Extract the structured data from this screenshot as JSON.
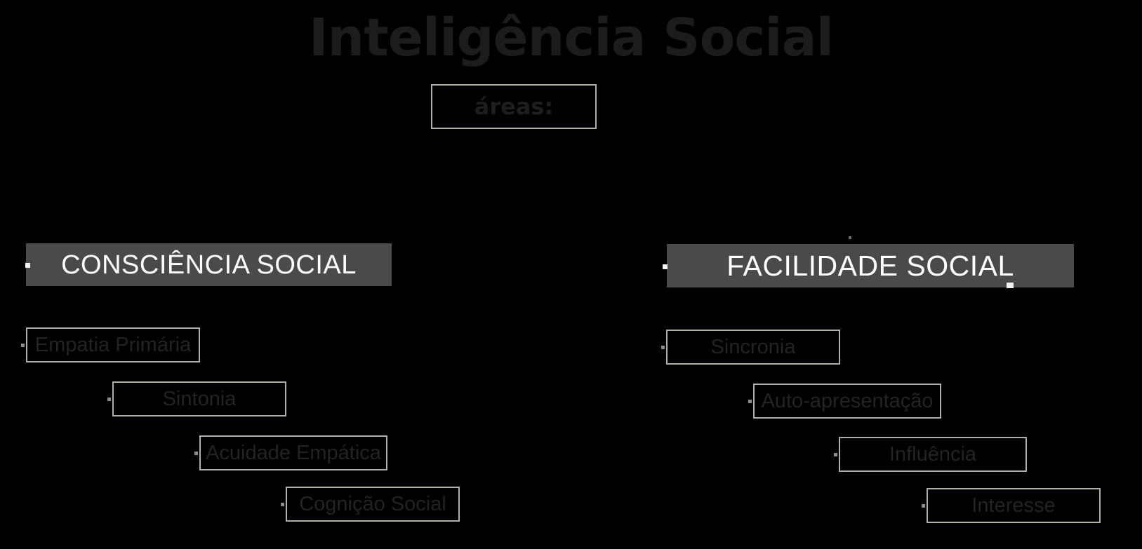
{
  "slide": {
    "title": "Inteligência Social",
    "subtitle_box_label": "áreas:",
    "background_color": "#000000",
    "title_color": "#1c1c1c",
    "box_border_color": "#b2aeaa",
    "header_bar_color": "#4a4a4a",
    "header_text_color": "#ffffff",
    "item_text_color": "#232323"
  },
  "columns": [
    {
      "id": "consciencia-social",
      "header": "CONSCIÊNCIA SOCIAL",
      "items": [
        {
          "label": "Empatia Primária"
        },
        {
          "label": "Sintonia"
        },
        {
          "label": "Acuidade Empática"
        },
        {
          "label": "Cognição Social"
        }
      ]
    },
    {
      "id": "facilidade-social",
      "header": "FACILIDADE SOCIAL",
      "items": [
        {
          "label": "Sincronia"
        },
        {
          "label": "Auto-apresentação"
        },
        {
          "label": "Influência"
        },
        {
          "label": "Interesse"
        }
      ]
    }
  ]
}
